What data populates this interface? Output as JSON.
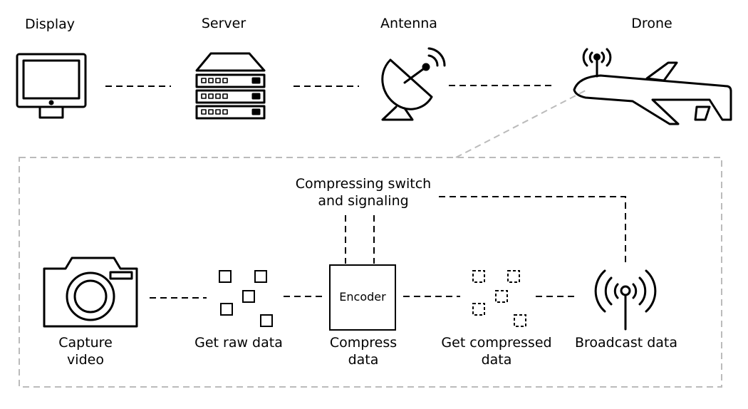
{
  "top_row": {
    "display_label": "Display",
    "server_label": "Server",
    "antenna_label": "Antenna",
    "drone_label": "Drone"
  },
  "pipeline": {
    "control_label_line1": "Compressing switch",
    "control_label_line2": "and signaling",
    "encoder_label": "Encoder",
    "capture_line1": "Capture",
    "capture_line2": "video",
    "raw_label": "Get raw data",
    "compress_line1": "Compress",
    "compress_line2": "data",
    "compressed_line1": "Get compressed",
    "compressed_line2": "data",
    "broadcast_label": "Broadcast data"
  },
  "colors": {
    "stroke": "#000000",
    "frame": "#bbbbbb",
    "background": "#ffffff"
  }
}
